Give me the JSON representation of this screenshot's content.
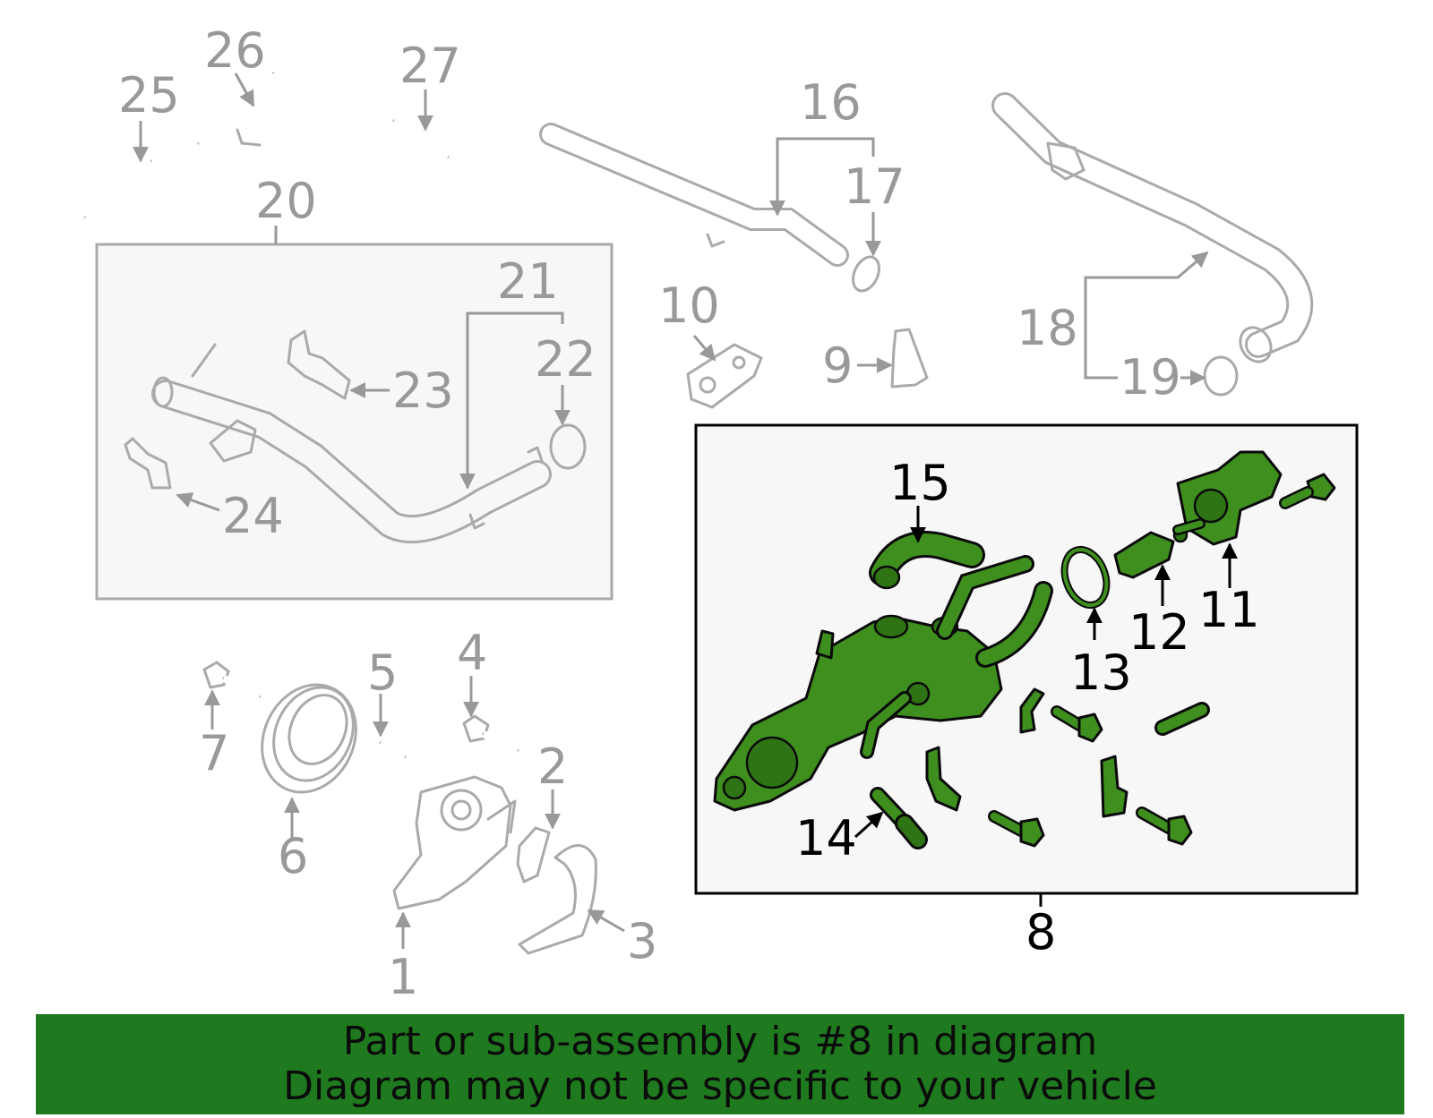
{
  "labels": {
    "p1": "1",
    "p2": "2",
    "p3": "3",
    "p4": "4",
    "p5": "5",
    "p6": "6",
    "p7": "7",
    "p8": "8",
    "p9": "9",
    "p10": "10",
    "p11": "11",
    "p12": "12",
    "p13": "13",
    "p14": "14",
    "p15": "15",
    "p16": "16",
    "p17": "17",
    "p18": "18",
    "p19": "19",
    "p20": "20",
    "p21": "21",
    "p22": "22",
    "p23": "23",
    "p24": "24",
    "p25": "25",
    "p26": "26",
    "p27": "27"
  },
  "banner": {
    "line1": "Part or sub-assembly is #8 in diagram",
    "line2": "Diagram may not be specific to your vehicle"
  },
  "colors": {
    "highlight_part": "#3f8f1f",
    "banner_bg": "#1f7a1f",
    "inactive_part": "#aaaaaa",
    "inactive_label": "#999999"
  }
}
